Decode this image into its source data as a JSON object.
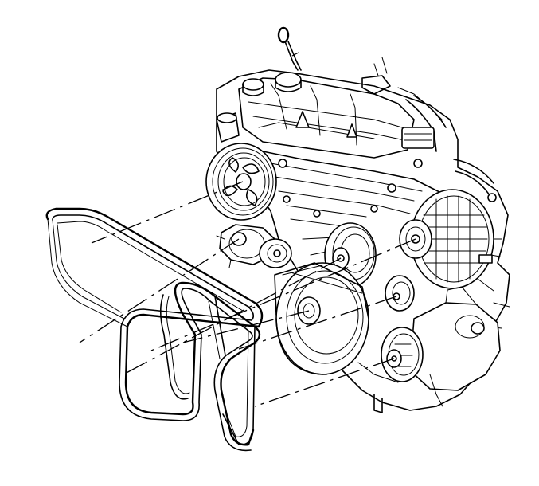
{
  "diagram": {
    "style": "black line-art technical illustration",
    "colors": {
      "background": "#ffffff",
      "line": "#000000"
    },
    "parts": [
      {
        "name": "engine-block",
        "label": ""
      },
      {
        "name": "drive-belt",
        "label": ""
      },
      {
        "name": "crankshaft-pulley",
        "label": ""
      },
      {
        "name": "power-steering-pulley",
        "label": ""
      },
      {
        "name": "alternator",
        "label": ""
      },
      {
        "name": "belt-tensioner",
        "label": ""
      },
      {
        "name": "idler-pulley",
        "label": ""
      },
      {
        "name": "ac-compressor",
        "label": ""
      },
      {
        "name": "oil-dipstick",
        "label": ""
      }
    ]
  }
}
